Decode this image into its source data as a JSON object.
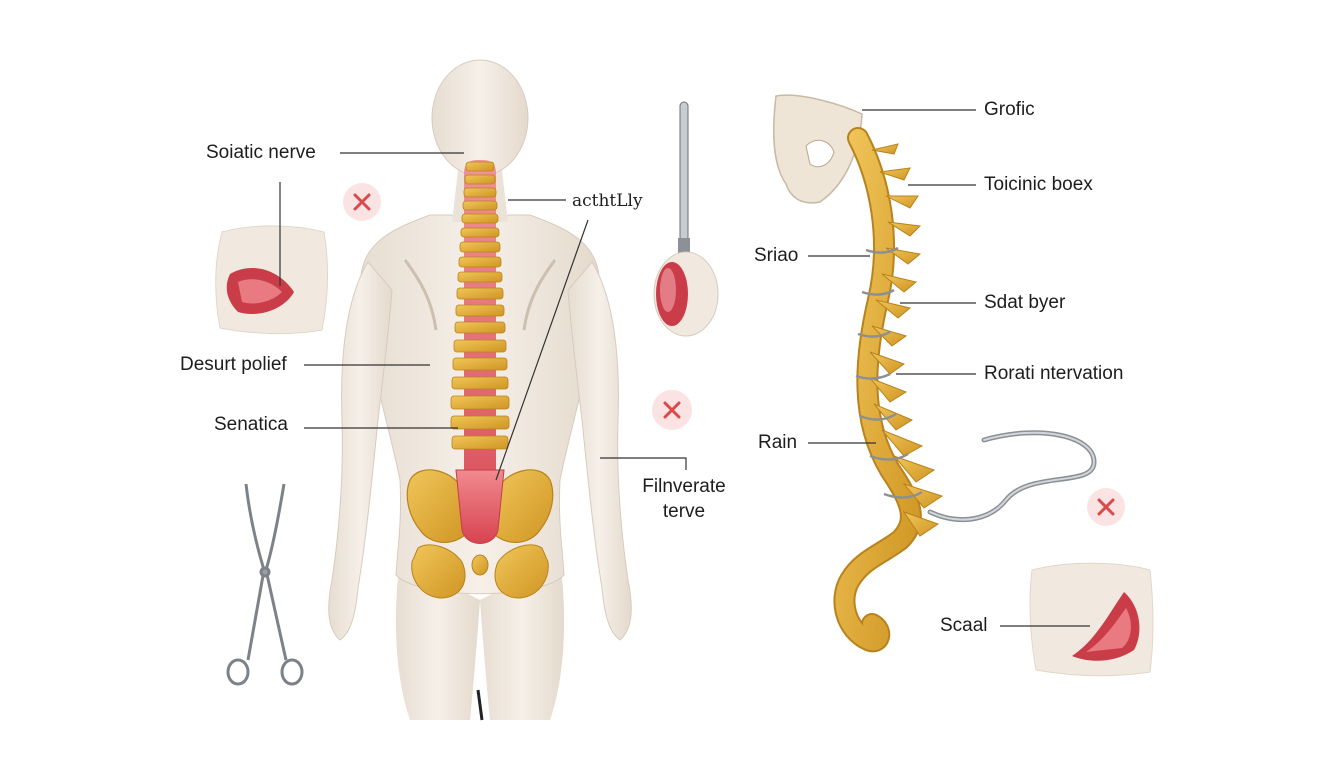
{
  "labels": {
    "sciatic_nerve": "Soiatic nerve",
    "activity": "acthtLly",
    "desurt_polief": "Desurt polief",
    "senatica": "Senatica",
    "filnverate_line1": "Filnverate",
    "filnverate_line2": "terve",
    "grofic": "Grofic",
    "toicinic_boex": "Toicinic boex",
    "sriao": "Sriao",
    "sdat_byer": "Sdat byer",
    "rorati_ntervation": "Rorati ntervation",
    "rain": "Rain",
    "scaal": "Scaal"
  },
  "icons": {
    "x_mark": "close-x-icon",
    "scissors": "surgical-scissors-icon",
    "probe": "needle-probe-icon",
    "lesion": "skin-lesion-icon",
    "catheter": "catheter-wire-icon"
  },
  "colors": {
    "bone": "#e8b23a",
    "bone_dark": "#b9821c",
    "inflamed": "#e0525d",
    "skin": "#f1e9e0",
    "skin_shade": "#dccfc1",
    "x_mark": "#d94a4a",
    "x_badge": "#fbe3e3",
    "line": "#333333"
  }
}
